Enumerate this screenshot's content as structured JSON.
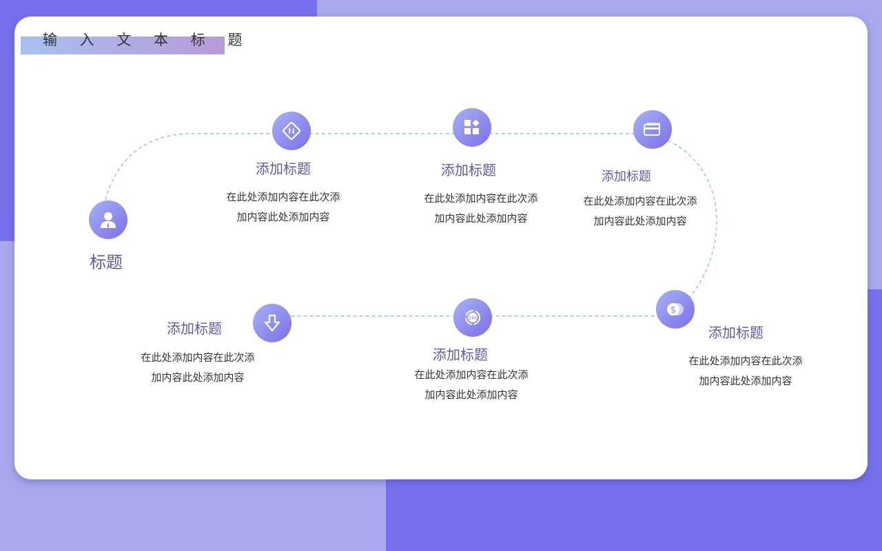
{
  "page": {
    "title": "输 入 文 本 标 题"
  },
  "main": {
    "label": "标题",
    "icon": "user-icon"
  },
  "steps": [
    {
      "title": "添加标题",
      "line1": "在此处添加内容在此次添",
      "line2": "加内容此处添加内容",
      "icon": "route-sign-icon"
    },
    {
      "title": "添加标题",
      "line1": "在此处添加内容在此次添",
      "line2": "加内容此处添加内容",
      "icon": "apps-grid-icon"
    },
    {
      "title": "添加标题",
      "line1": "在此处添加内容在此次添",
      "line2": "加内容此处添加内容",
      "icon": "credit-card-icon"
    },
    {
      "title": "添加标题",
      "line1": "在此处添加内容在此次添",
      "line2": "加内容此处添加内容",
      "icon": "coin-icon"
    },
    {
      "title": "添加标题",
      "line1": "在此处添加内容在此次添",
      "line2": "加内容此处添加内容",
      "icon": "24h-icon"
    },
    {
      "title": "添加标题",
      "line1": "在此处添加内容在此次添",
      "line2": "加内容此处添加内容",
      "icon": "arrow-down-icon"
    }
  ],
  "colors": {
    "accent": "#7b6ee8",
    "path": "#9cb8ec",
    "heading": "#5e5aa6"
  }
}
